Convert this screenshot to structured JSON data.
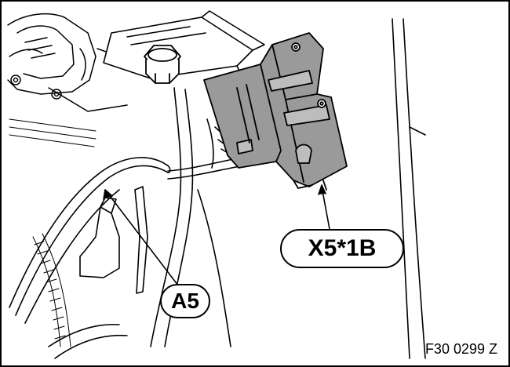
{
  "callouts": {
    "connector": "X5*1B",
    "harness": "A5"
  },
  "figure_code": "F30 0299 Z",
  "colors": {
    "line": "#000000",
    "background": "#ffffff",
    "connector_fill": "#9a9a9a"
  }
}
